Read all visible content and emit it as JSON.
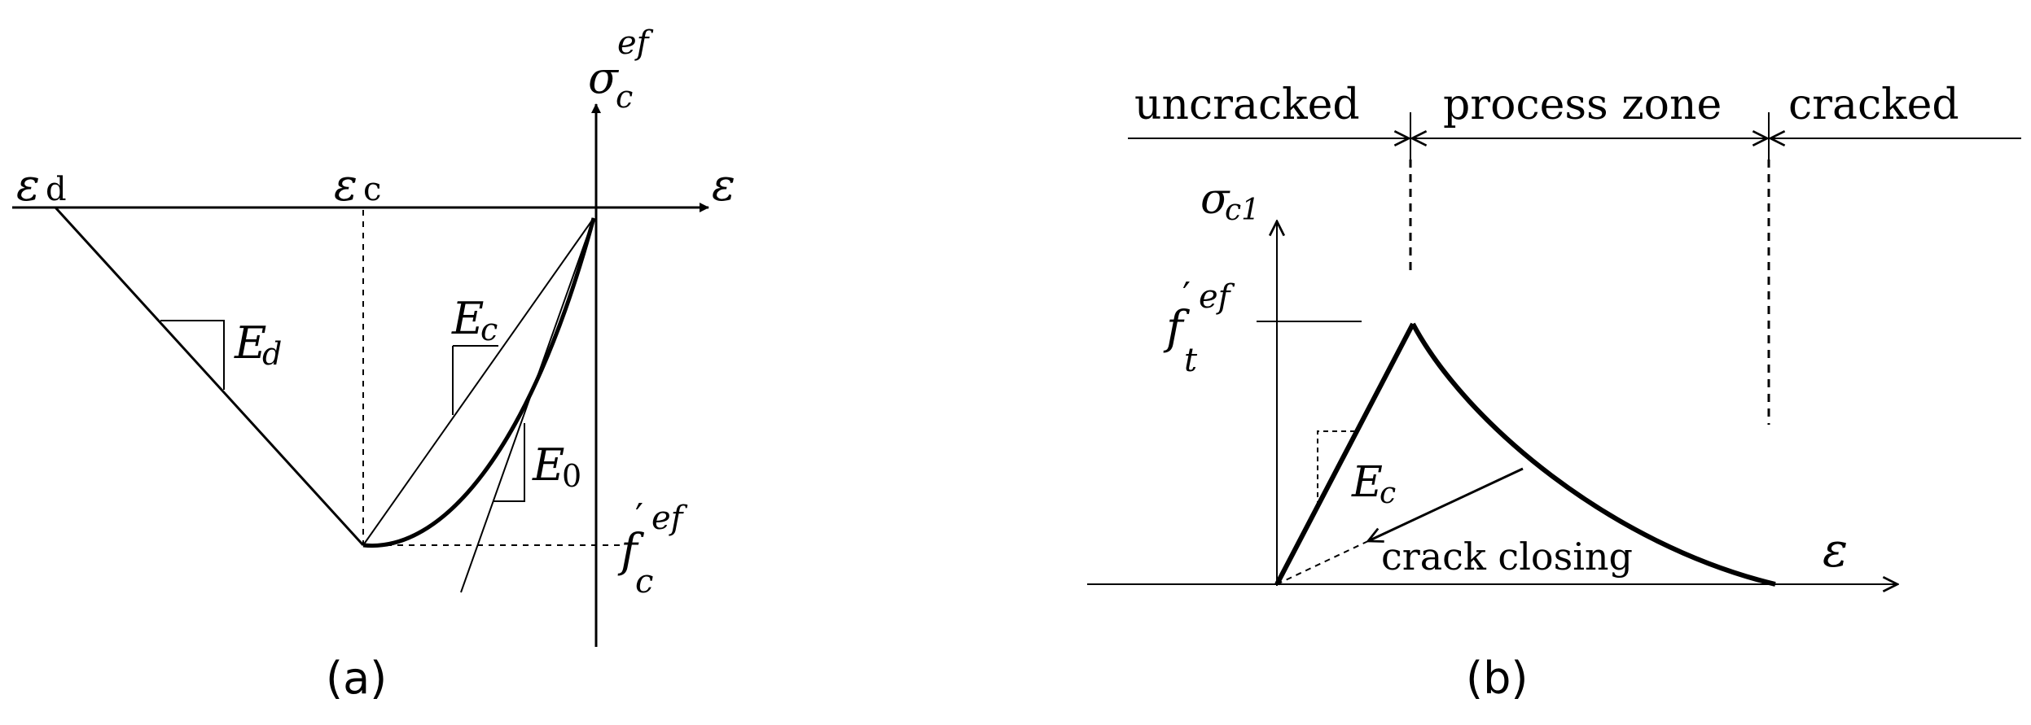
{
  "panel_a": {
    "caption": "(a)",
    "labels": {
      "y_axis_main": "σ",
      "y_axis_sub": "c",
      "y_axis_sup": "ef",
      "x_axis": "ε",
      "eps_d_main": "ε",
      "eps_d_sub": "d",
      "eps_c_main": "ε",
      "eps_c_sub": "c",
      "Ed_main": "E",
      "Ed_sub": "d",
      "Ec_main": "E",
      "Ec_sub": "c",
      "E0_main": "E",
      "E0_sub": "0",
      "fc_main": "f",
      "fc_prime": "′",
      "fc_sup": "ef",
      "fc_sub": "c"
    }
  },
  "panel_b": {
    "caption": "(b)",
    "zones": [
      "uncracked",
      "process zone",
      "cracked"
    ],
    "labels": {
      "y_axis_main": "σ",
      "y_axis_sub": "c1",
      "x_axis": "ε",
      "ft_main": "f",
      "ft_prime": "′",
      "ft_sup": "ef",
      "ft_sub": "t",
      "Ec_main": "E",
      "Ec_sub": "c",
      "crack_closing": "crack closing"
    }
  }
}
